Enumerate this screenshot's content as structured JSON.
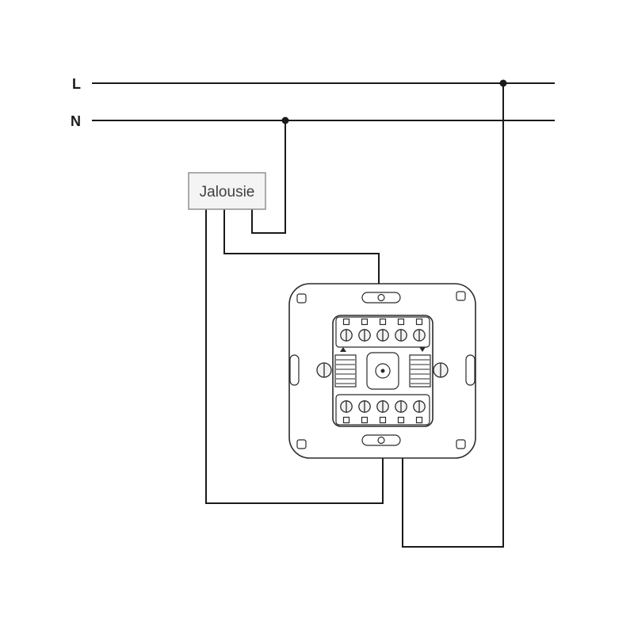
{
  "diagram": {
    "kind": "electrical-wiring-diagram",
    "subject": "Roller shutter (Jalousie) switch mechanism wiring",
    "labels": {
      "line_live": "L",
      "line_neutral": "N",
      "load_box": "Jalousie"
    },
    "colors": {
      "background": "#ffffff",
      "wire": "#1a1a1a",
      "mechanism_stroke": "#2b2b2b",
      "load_box_fill": "#f4f4f4",
      "load_box_border": "#909090",
      "load_box_text": "#3f3f3f"
    },
    "junctions": [
      {
        "on": "L",
        "description": "junction dot on live line feeding the switch"
      },
      {
        "on": "N",
        "description": "junction dot on neutral line feeding the Jalousie load"
      }
    ],
    "connections": [
      {
        "from": "N",
        "to": "Jalousie box",
        "path": "drop from N junction, step left into box bottom"
      },
      {
        "from": "Jalousie box",
        "to": "switch upper terminal",
        "path": "down, right, into top of mechanism"
      },
      {
        "from": "Jalousie box",
        "to": "switch lower-left terminal",
        "path": "long drop left of switch, right, up into bottom of mechanism"
      },
      {
        "from": "L",
        "to": "switch lower-right terminal",
        "path": "long drop right of switch, left, up into bottom of mechanism"
      }
    ]
  }
}
